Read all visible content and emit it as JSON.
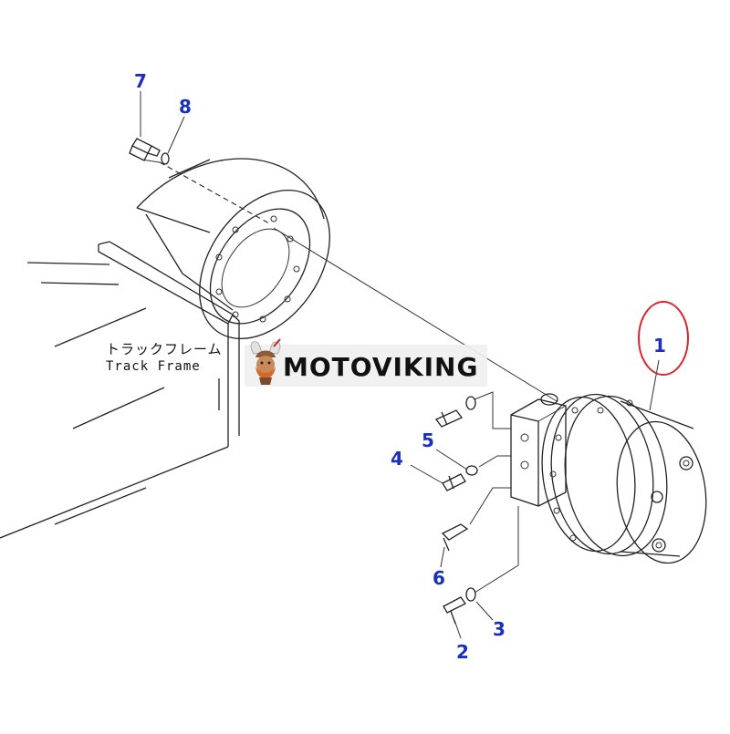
{
  "diagram": {
    "frame_label_jp": "トラックフレーム",
    "frame_label_en": "Track Frame",
    "watermark": "MOTOVIKING",
    "callouts": {
      "c1": "1",
      "c2": "2",
      "c3": "3",
      "c4": "4",
      "c5": "5",
      "c6": "6",
      "c7": "7",
      "c8": "8"
    },
    "colors": {
      "callout": "#1a2fbf",
      "highlight_ring": "#d9262b",
      "line": "#222222"
    },
    "highlighted_part": "1"
  }
}
